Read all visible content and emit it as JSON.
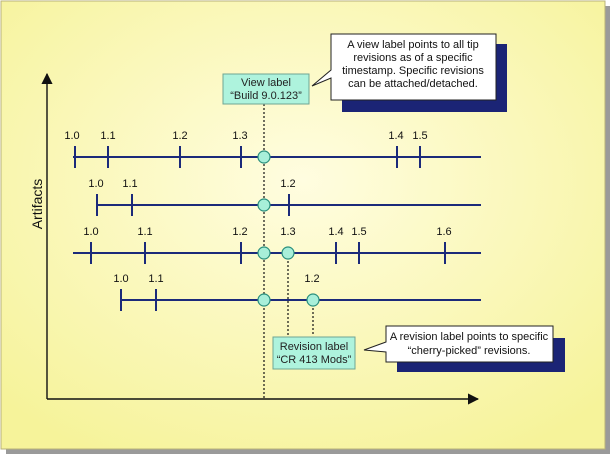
{
  "axis": {
    "y_label": "Artifacts"
  },
  "view_label": {
    "box_lines": [
      "View label",
      "“Build 9.0.123”"
    ],
    "callout_lines": [
      "A view label points to all tip",
      "revisions as of a specific",
      "timestamp. Specific revisions",
      "can be attached/detached."
    ]
  },
  "revision_label": {
    "box_lines": [
      "Revision label",
      "“CR 413 Mods”"
    ],
    "callout_lines": [
      "A revision label points to specific",
      "“cherry-picked” revisions."
    ]
  },
  "artifacts": [
    {
      "revisions": [
        "1.0",
        "1.1",
        "1.2",
        "1.3",
        "1.4",
        "1.5"
      ]
    },
    {
      "revisions": [
        "1.0",
        "1.1",
        "1.2"
      ]
    },
    {
      "revisions": [
        "1.0",
        "1.1",
        "1.2",
        "1.3",
        "1.4",
        "1.5",
        "1.6"
      ]
    },
    {
      "revisions": [
        "1.0",
        "1.1",
        "1.2"
      ]
    }
  ],
  "colors": {
    "background_frame": "#fbfbb0",
    "line": "#1b2a7a",
    "node_fill": "#a8efd9",
    "node_stroke": "#2a8f7d",
    "label_box_fill": "#aef3dd",
    "callout_shadow": "#1b2475"
  }
}
